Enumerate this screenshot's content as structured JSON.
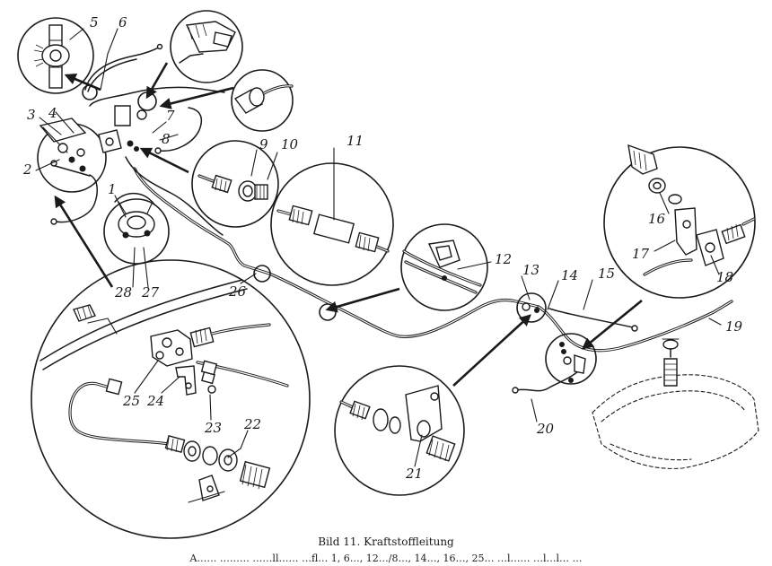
{
  "caption": {
    "title": "Bild 11. Kraftstoffleitung",
    "subtitle": "A…… ……… ……ll…… …fl… 1, 6…, 12…/8…, 14…, 16…, 25… …l…… …l…l… …"
  },
  "callouts": {
    "c1": "1",
    "c2": "2",
    "c3": "3",
    "c4": "4",
    "c5": "5",
    "c6": "6",
    "c7": "7",
    "c8": "8",
    "c9": "9",
    "c10": "10",
    "c11": "11",
    "c12": "12",
    "c13": "13",
    "c14": "14",
    "c15": "15",
    "c16": "16",
    "c17": "17",
    "c18": "18",
    "c19": "19",
    "c20": "20",
    "c21": "21",
    "c22": "22",
    "c23": "23",
    "c24": "24",
    "c25": "25",
    "c26": "26",
    "c27": "27",
    "c28": "28"
  }
}
